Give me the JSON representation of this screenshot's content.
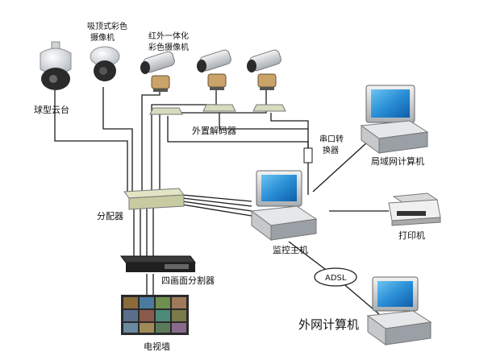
{
  "devices": {
    "dome_ptz": {
      "label": "球型云台",
      "icon": "dome-ptz-camera-icon"
    },
    "ceiling_camera": {
      "label_line1": "吸顶式彩色",
      "label_line2": "摄像机",
      "icon": "ceiling-dome-camera-icon"
    },
    "ir_camera": {
      "label_line1": "红外一体化",
      "label_line2": "彩色摄像机",
      "icon": "ir-bullet-camera-icon"
    },
    "decoder": {
      "label": "外置解码器",
      "icon": "decoder-icon"
    },
    "serial_converter": {
      "label_line1": "串口转",
      "label_line2": "换器",
      "icon": "serial-converter-icon"
    },
    "distributor": {
      "label": "分配器",
      "icon": "distributor-icon"
    },
    "splitter": {
      "label": "四画面分割器",
      "icon": "quad-splitter-icon"
    },
    "video_wall": {
      "label": "电视墙",
      "icon": "tv-wall-icon"
    },
    "host": {
      "label": "监控主机",
      "icon": "monitor-host-icon"
    },
    "lan_pc": {
      "label": "局域网计算机",
      "icon": "lan-computer-icon"
    },
    "printer": {
      "label": "打印机",
      "icon": "printer-icon"
    },
    "adsl": {
      "label": "ADSL",
      "icon": "adsl-cloud-icon"
    },
    "wan_pc": {
      "label": "外网计算机",
      "icon": "wan-computer-icon"
    }
  },
  "colors": {
    "wire": "#1a1a1a",
    "screen": "#2a8fd6",
    "casing": "#cfd3d6",
    "dark": "#2b2b2b"
  }
}
